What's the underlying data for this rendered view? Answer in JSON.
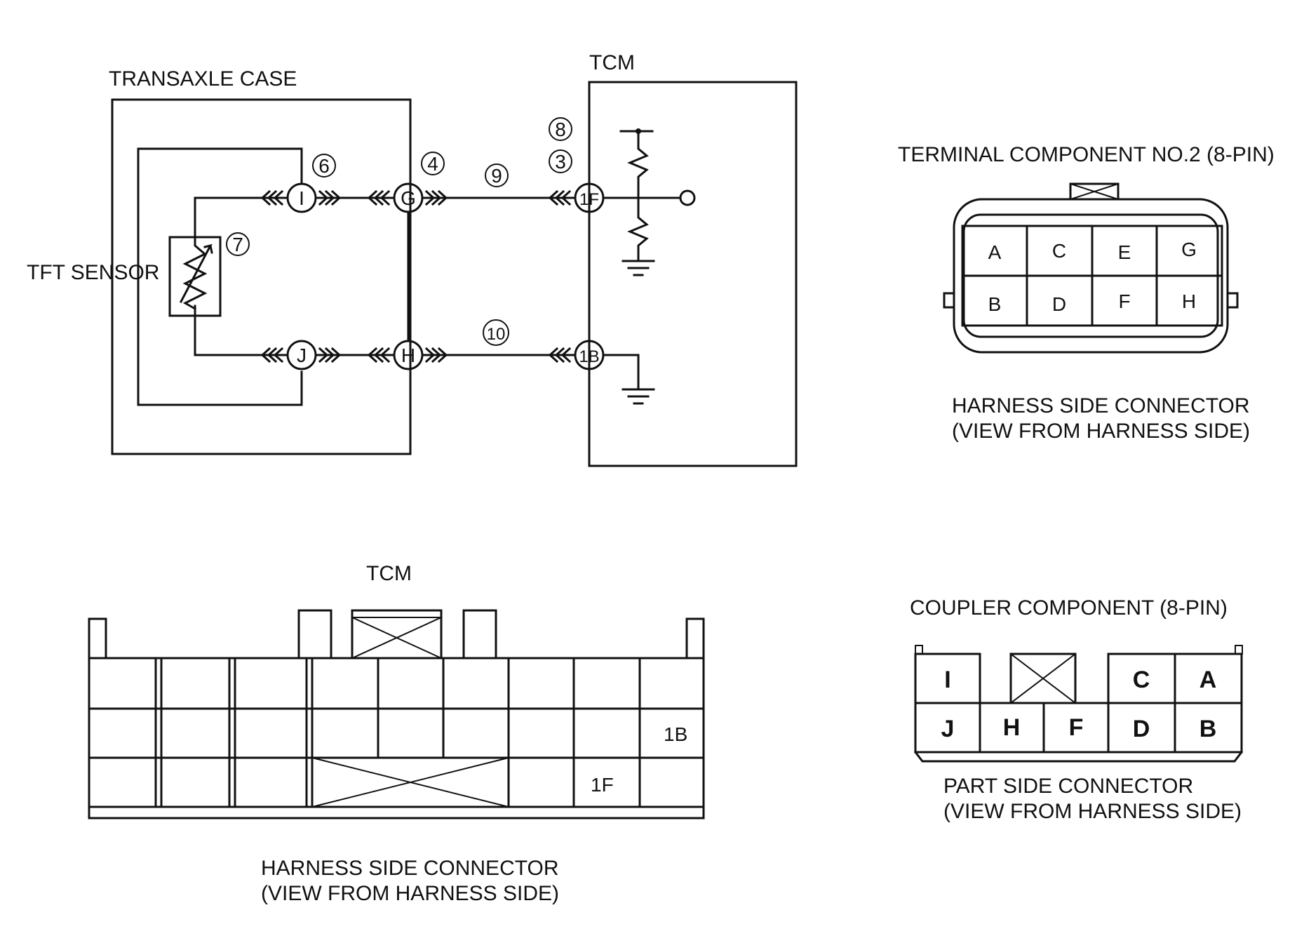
{
  "schematic": {
    "transaxle_case_label": "TRANSAXLE CASE",
    "tcm_label": "TCM",
    "sensor_label": "TFT SENSOR",
    "connectors": {
      "i": "I",
      "j": "J",
      "g": "G",
      "h": "H",
      "f1": "1F",
      "b1": "1B"
    },
    "callouts": {
      "n6": "6",
      "n7": "7",
      "n4": "4",
      "n9": "9",
      "n8": "8",
      "n3": "3",
      "n10": "10"
    }
  },
  "terminal_component": {
    "title": "TERMINAL COMPONENT NO.2 (8-PIN)",
    "top_row": [
      "A",
      "C",
      "E",
      "G"
    ],
    "bottom_row": [
      "B",
      "D",
      "F",
      "H"
    ],
    "caption_line1": "HARNESS SIDE CONNECTOR",
    "caption_line2": "(VIEW FROM HARNESS SIDE)"
  },
  "tcm_connector": {
    "title": "TCM",
    "pin_1b": "1B",
    "pin_1f": "1F",
    "caption_line1": "HARNESS SIDE CONNECTOR",
    "caption_line2": "(VIEW FROM HARNESS SIDE)"
  },
  "coupler_component": {
    "title": "COUPLER COMPONENT (8-PIN)",
    "top_pins": [
      "I",
      "C",
      "A"
    ],
    "bottom_pins": [
      "J",
      "H",
      "F",
      "D",
      "B"
    ],
    "caption_line1": "PART SIDE CONNECTOR",
    "caption_line2": "(VIEW FROM HARNESS SIDE)"
  }
}
